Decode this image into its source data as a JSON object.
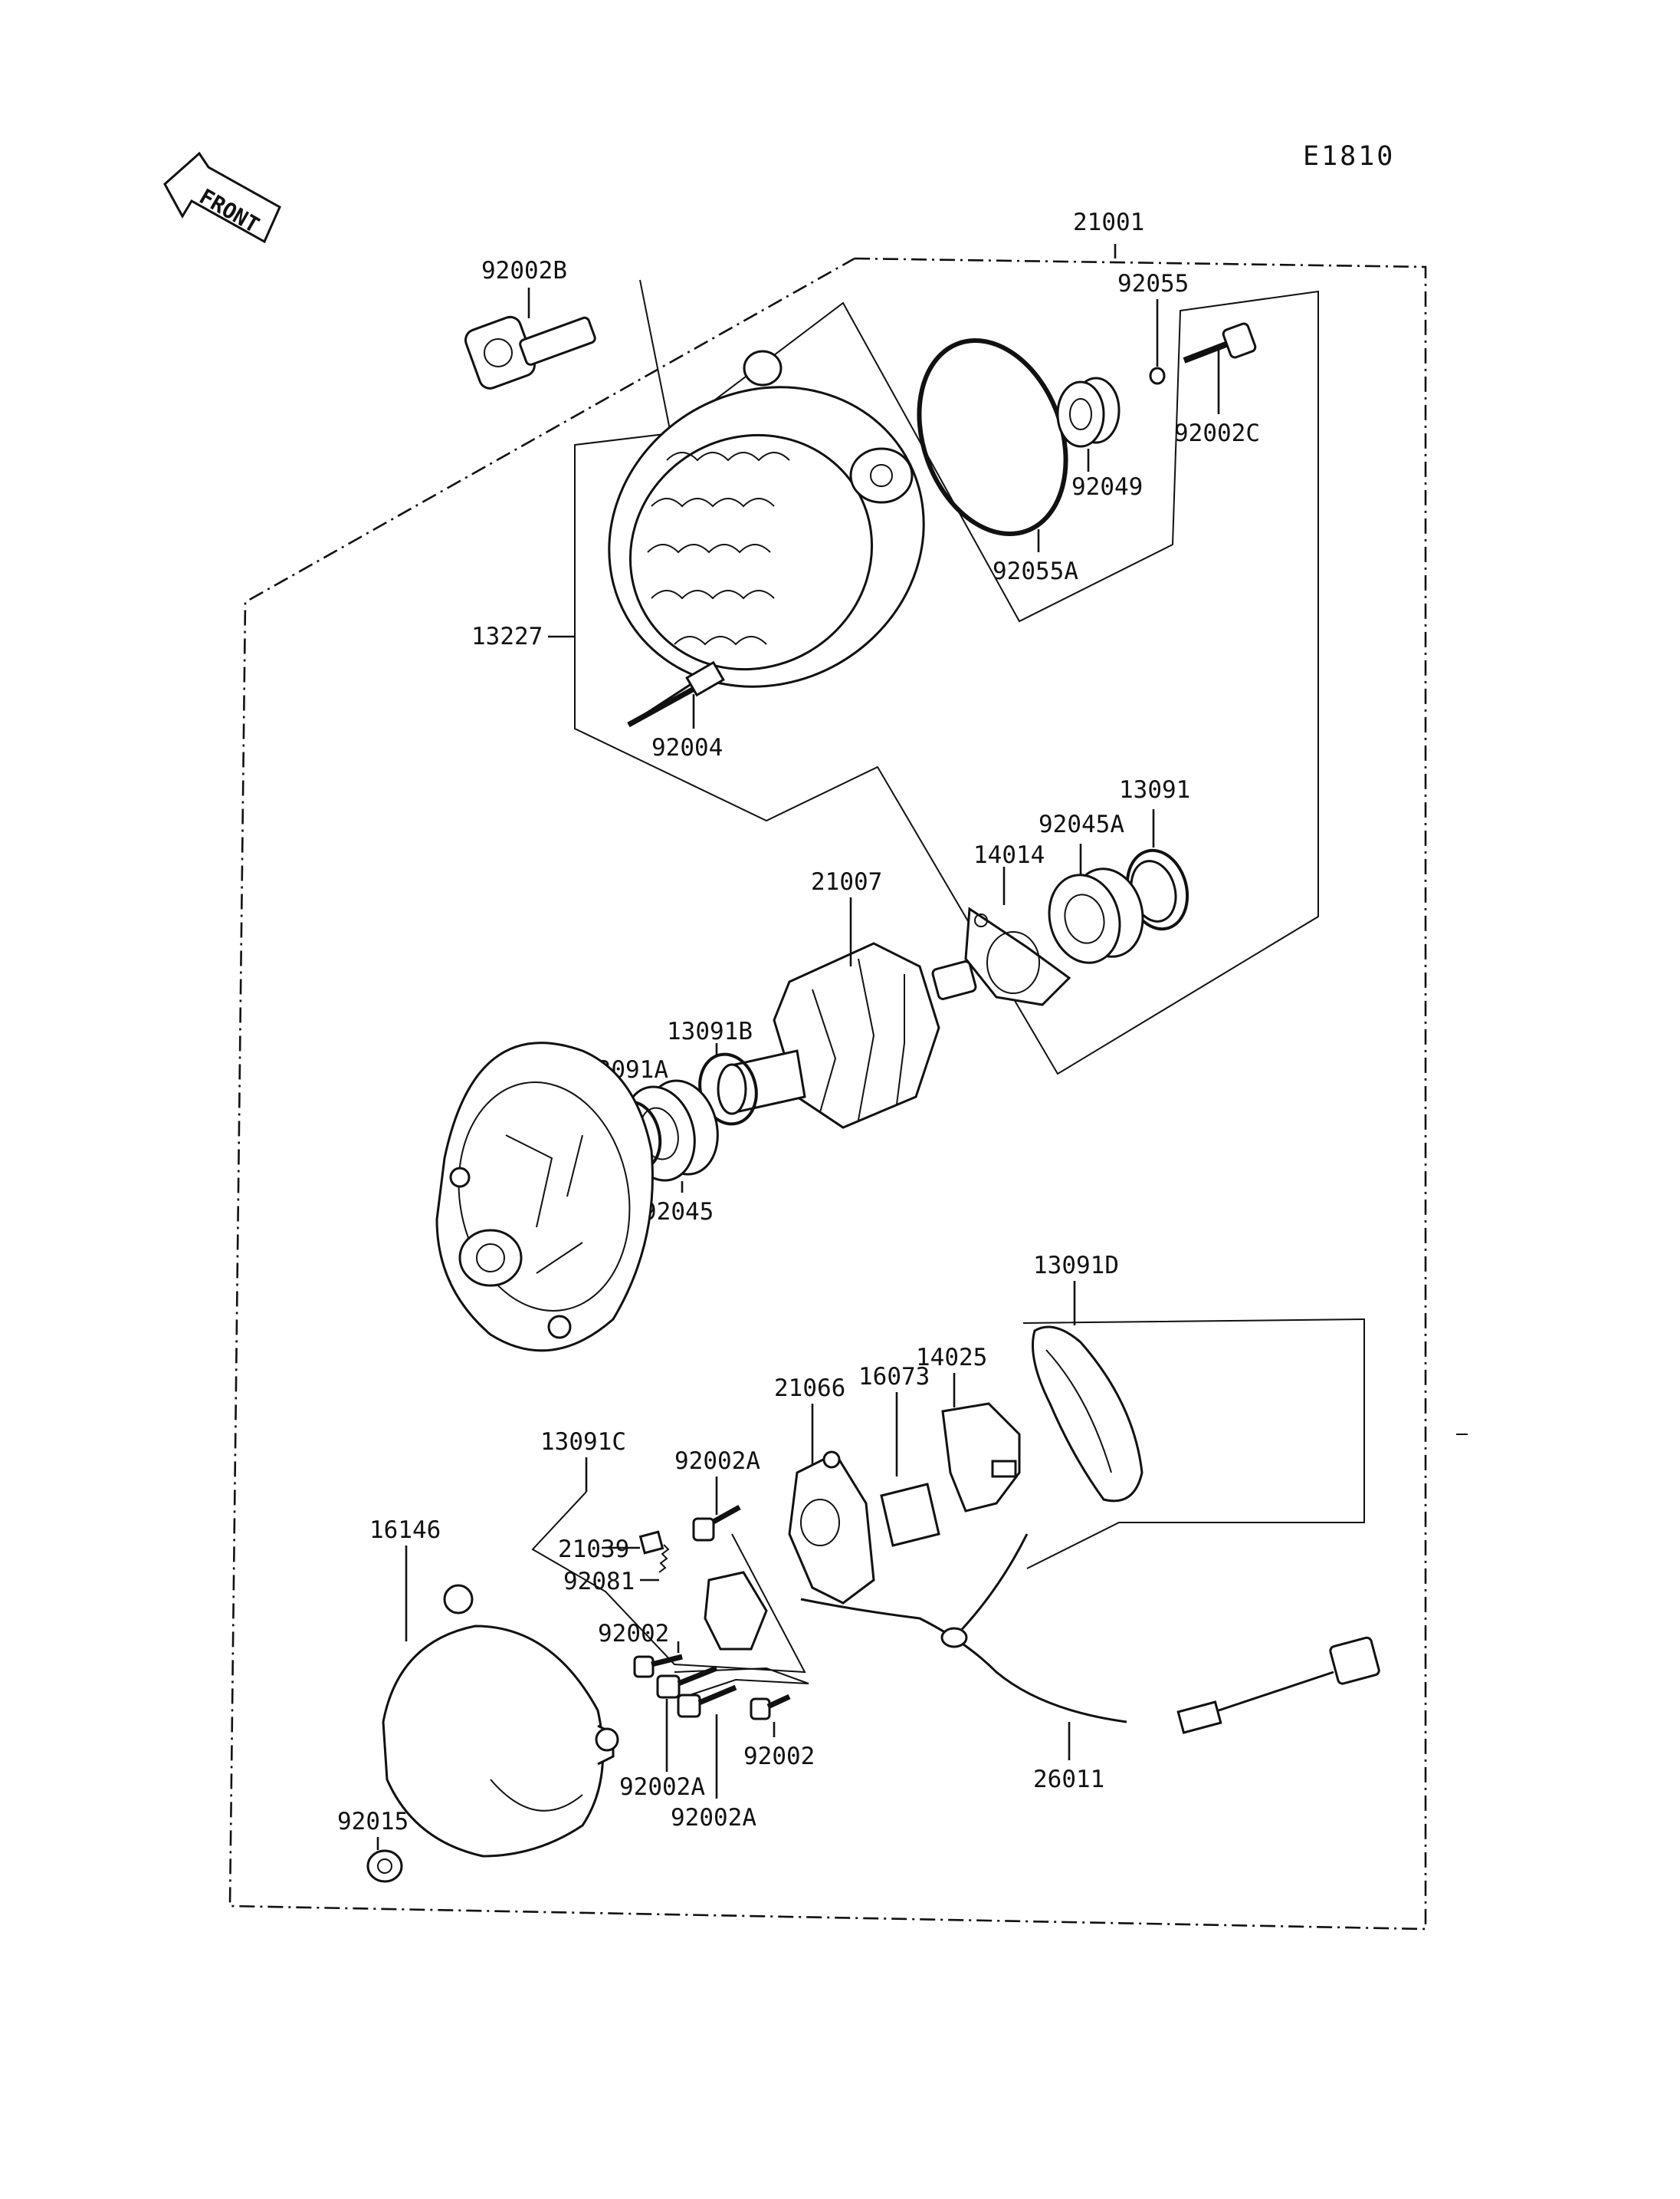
{
  "diagram_code": "E1810",
  "front_arrow": {
    "label": "FRONT"
  },
  "callouts": {
    "p21001": "21001",
    "p92002B": "92002B",
    "p92055": "92055",
    "p92002C": "92002C",
    "p92049": "92049",
    "p92055A": "92055A",
    "p13227": "13227",
    "p92004": "92004",
    "p13091": "13091",
    "p92045A": "92045A",
    "p14014": "14014",
    "p21007": "21007",
    "p13091B": "13091B",
    "p13091A": "13091A",
    "p92045": "92045",
    "p13091D": "13091D",
    "p14025": "14025",
    "p16073": "16073",
    "p21066": "21066",
    "p13091C": "13091C",
    "p92002A_top": "92002A",
    "p16146": "16146",
    "p21039": "21039",
    "p92081": "92081",
    "p92002_left": "92002",
    "p92002_right": "92002",
    "p92002A_a": "92002A",
    "p92002A_b": "92002A",
    "p26011": "26011",
    "p92015": "92015"
  }
}
